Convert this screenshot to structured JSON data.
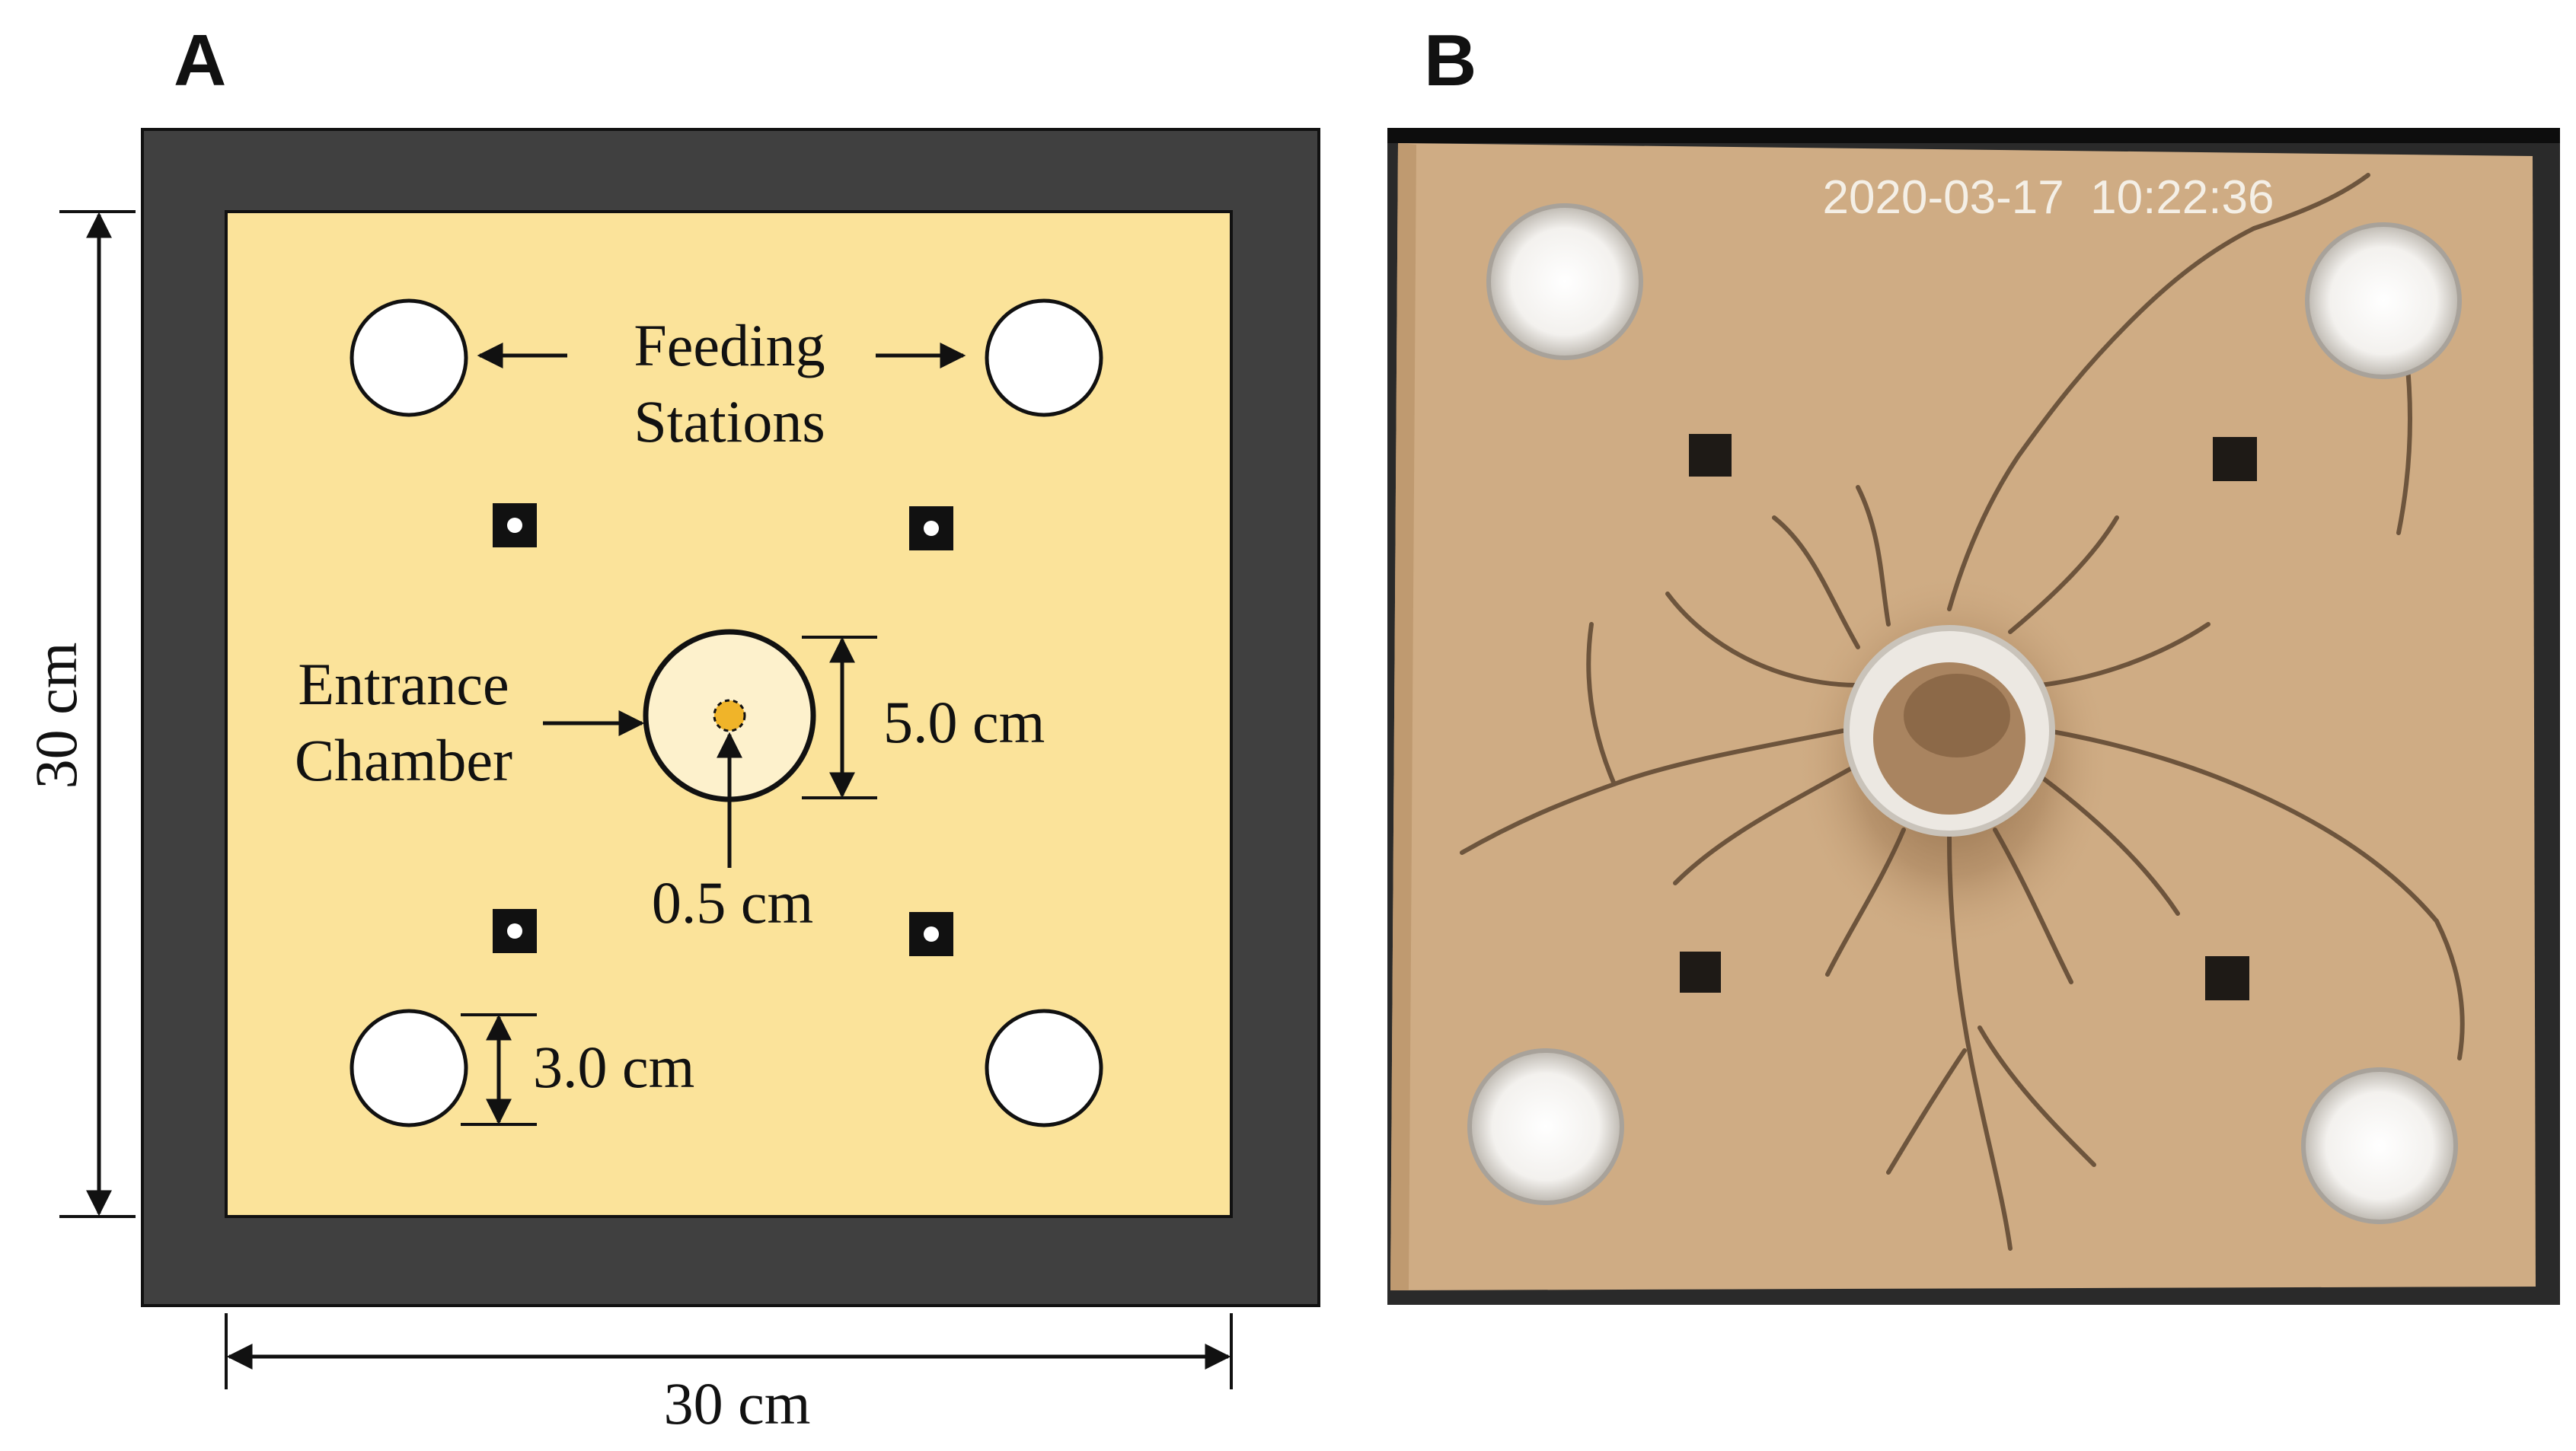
{
  "panel_a": {
    "letter": "A",
    "labels": {
      "feeding_line1": "Feeding",
      "feeding_line2": "Stations",
      "entrance_line1": "Entrance",
      "entrance_line2": "Chamber",
      "chamber_diameter": "5.0 cm",
      "hole_diameter": "0.5 cm",
      "station_diameter": "3.0 cm",
      "height": "30 cm",
      "width": "30 cm"
    },
    "colors": {
      "frame": "#404040",
      "arena": "#fbe39a",
      "chamber_fill": "#fdf1cc",
      "hole": "#f0b429",
      "station": "#ffffff"
    }
  },
  "panel_b": {
    "letter": "B",
    "timestamp": "2020-03-17  10:22:36",
    "colors": {
      "cardboard": "#cfac84",
      "background": "#2a2a2a",
      "tunnel": "#5c4530"
    }
  }
}
